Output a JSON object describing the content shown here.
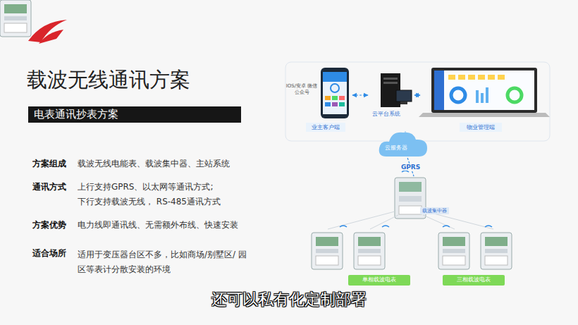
{
  "diagram": {
    "title": "载波无线通讯方案",
    "nodes": [
      {
        "text": [
          "电表通讯抄表方案"
        ]
      },
      {
        "text": [
          "IOS/安卓 微信公众号",
          "业主客户端"
        ]
      },
      {
        "text": [
          "云平台系统"
        ]
      },
      {
        "text": [
          "物业管理端"
        ]
      },
      {
        "text": [
          "云服务器"
        ]
      },
      {
        "text": [
          "载波集中器"
        ]
      },
      {
        "text": [
          "单相载波电表"
        ]
      },
      {
        "text": [
          "三相载波电表"
        ]
      }
    ],
    "edges": [
      {
        "from": 1,
        "to": 2,
        "arrow": "both"
      },
      {
        "from": 2,
        "to": 3,
        "arrow": "both"
      },
      {
        "from": 4,
        "to": 5,
        "label": "GPRS",
        "arrow": "none"
      }
    ],
    "labels": [
      "方案组成",
      "载波无线电能表、载波集中器、主站系统",
      "通讯方式",
      "上行支持GPRS、以太网等通讯方式;",
      "下行支持载波无线， RS-485通讯方式",
      "方案优势",
      "电力线即通讯线、无需额外布线、快速安装",
      "适合场所",
      "适用于变压器台区不多，比如商场/别墅区/ 园区等表计分散安装的环境",
      "还可以私有化定制部署"
    ]
  }
}
